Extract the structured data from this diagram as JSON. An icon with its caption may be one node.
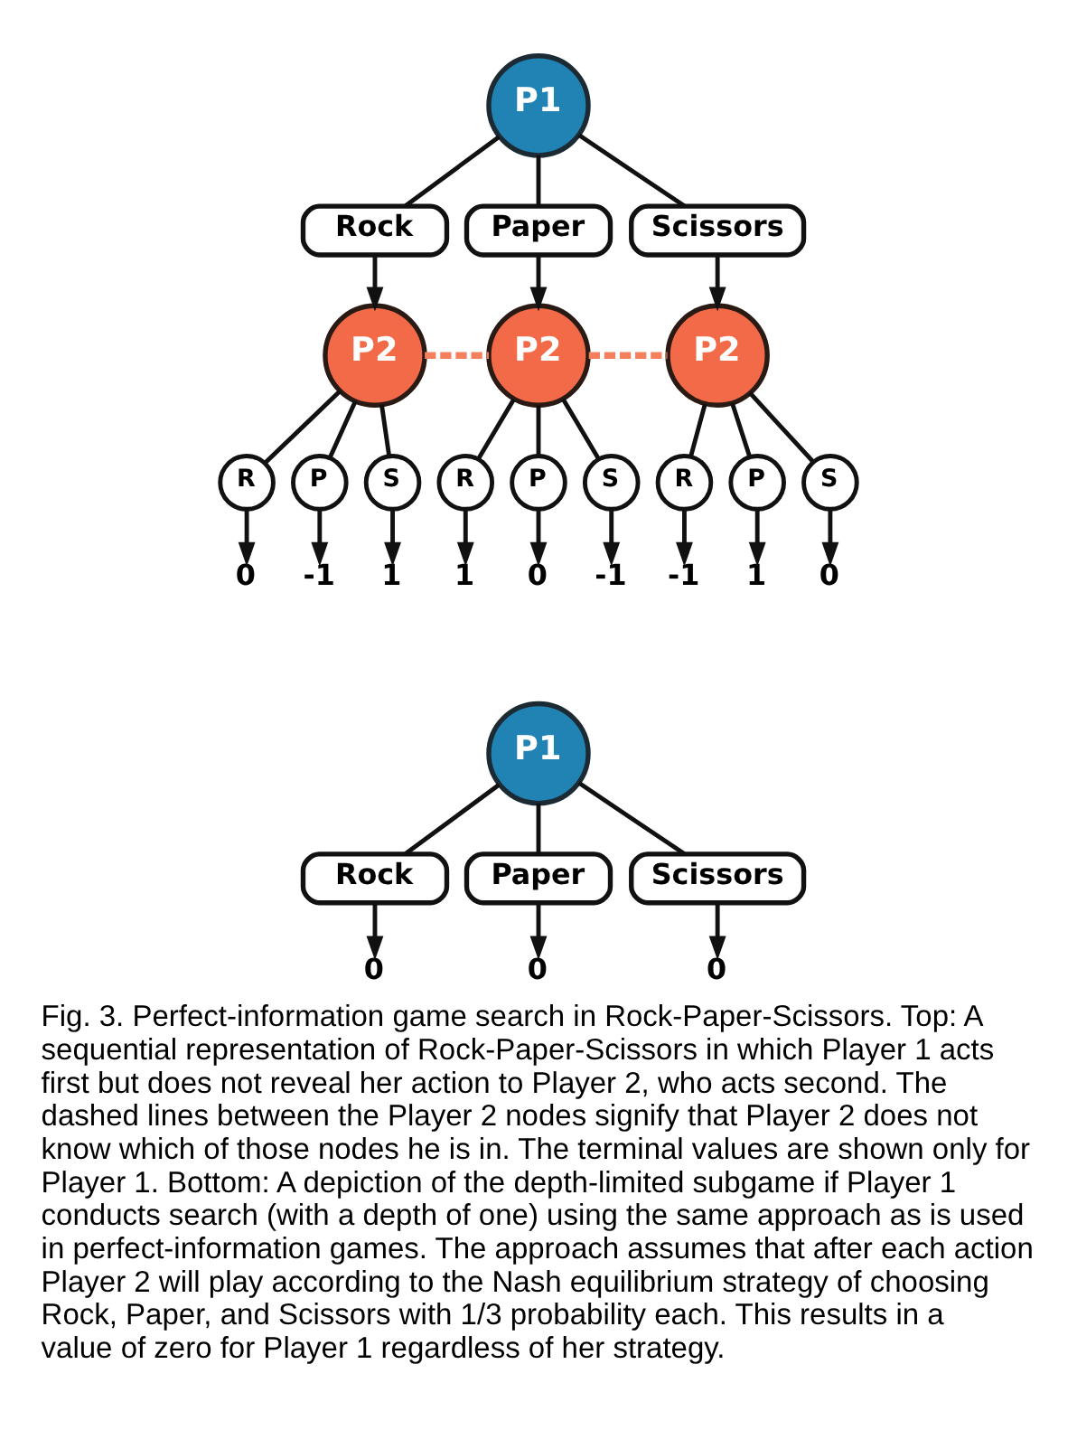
{
  "diagram": {
    "caption": "Fig. 3. Perfect-information game search in Rock-Paper-Scissors. Top: A sequential representation of Rock-Paper-Scissors in which Player 1 acts first but does not reveal her action to Player 2, who acts second. The dashed lines between the Player 2 nodes signify that Player 2 does not know which of those nodes he is in. The terminal values are shown only for Player 1. Bottom: A depiction of the depth-limited subgame if Player 1 conducts search (with a depth of one) using the same approach as is used in perfect-information games. The approach assumes that after each action Player 2 will play according to the Nash equilibrium strategy of choosing Rock, Paper, and Scissors with 1/3 probability each. This results in a value of zero for Player 1 regardless of her strategy.",
    "nodes": [
      {
        "text": [
          "P1"
        ]
      },
      {
        "text": [
          "Rock"
        ]
      },
      {
        "text": [
          "Paper"
        ]
      },
      {
        "text": [
          "Scissors"
        ]
      },
      {
        "text": [
          "P2"
        ]
      },
      {
        "text": [
          "P2"
        ]
      },
      {
        "text": [
          "P2"
        ]
      },
      {
        "text": [
          "R"
        ]
      },
      {
        "text": [
          "P"
        ]
      },
      {
        "text": [
          "S"
        ]
      },
      {
        "text": [
          "R"
        ]
      },
      {
        "text": [
          "P"
        ]
      },
      {
        "text": [
          "S"
        ]
      },
      {
        "text": [
          "R"
        ]
      },
      {
        "text": [
          "P"
        ]
      },
      {
        "text": [
          "S"
        ]
      },
      {
        "text": [
          "0"
        ]
      },
      {
        "text": [
          "-1"
        ]
      },
      {
        "text": [
          "1"
        ]
      },
      {
        "text": [
          "1"
        ]
      },
      {
        "text": [
          "0"
        ]
      },
      {
        "text": [
          "-1"
        ]
      },
      {
        "text": [
          "-1"
        ]
      },
      {
        "text": [
          "1"
        ]
      },
      {
        "text": [
          "0"
        ]
      },
      {
        "text": [
          "P1"
        ]
      },
      {
        "text": [
          "Rock"
        ]
      },
      {
        "text": [
          "Paper"
        ]
      },
      {
        "text": [
          "Scissors"
        ]
      },
      {
        "text": [
          "0"
        ]
      },
      {
        "text": [
          "0"
        ]
      },
      {
        "text": [
          "0"
        ]
      }
    ],
    "edges": [
      {
        "from": 0,
        "to": 1,
        "arrow": "none"
      },
      {
        "from": 0,
        "to": 2,
        "arrow": "none"
      },
      {
        "from": 0,
        "to": 3,
        "arrow": "none"
      },
      {
        "from": 1,
        "to": 4,
        "arrow": "to"
      },
      {
        "from": 2,
        "to": 5,
        "arrow": "to"
      },
      {
        "from": 3,
        "to": 6,
        "arrow": "to"
      },
      {
        "from": 4,
        "to": 5,
        "arrow": "none",
        "style": "dashed",
        "color": "#f4805e"
      },
      {
        "from": 5,
        "to": 6,
        "arrow": "none",
        "style": "dashed",
        "color": "#f4805e"
      },
      {
        "from": 4,
        "to": 7,
        "arrow": "none"
      },
      {
        "from": 4,
        "to": 8,
        "arrow": "none"
      },
      {
        "from": 4,
        "to": 9,
        "arrow": "none"
      },
      {
        "from": 5,
        "to": 10,
        "arrow": "none"
      },
      {
        "from": 5,
        "to": 11,
        "arrow": "none"
      },
      {
        "from": 5,
        "to": 12,
        "arrow": "none"
      },
      {
        "from": 6,
        "to": 13,
        "arrow": "none"
      },
      {
        "from": 6,
        "to": 14,
        "arrow": "none"
      },
      {
        "from": 6,
        "to": 15,
        "arrow": "none"
      },
      {
        "from": 7,
        "to": 16,
        "arrow": "to"
      },
      {
        "from": 8,
        "to": 17,
        "arrow": "to"
      },
      {
        "from": 9,
        "to": 18,
        "arrow": "to"
      },
      {
        "from": 10,
        "to": 19,
        "arrow": "to"
      },
      {
        "from": 11,
        "to": 20,
        "arrow": "to"
      },
      {
        "from": 12,
        "to": 21,
        "arrow": "to"
      },
      {
        "from": 13,
        "to": 22,
        "arrow": "to"
      },
      {
        "from": 14,
        "to": 23,
        "arrow": "to"
      },
      {
        "from": 15,
        "to": 24,
        "arrow": "to"
      },
      {
        "from": 25,
        "to": 26,
        "arrow": "none"
      },
      {
        "from": 25,
        "to": 27,
        "arrow": "none"
      },
      {
        "from": 25,
        "to": 28,
        "arrow": "none"
      },
      {
        "from": 26,
        "to": 29,
        "arrow": "to"
      },
      {
        "from": 27,
        "to": 30,
        "arrow": "to"
      },
      {
        "from": 28,
        "to": 31,
        "arrow": "to"
      }
    ]
  }
}
